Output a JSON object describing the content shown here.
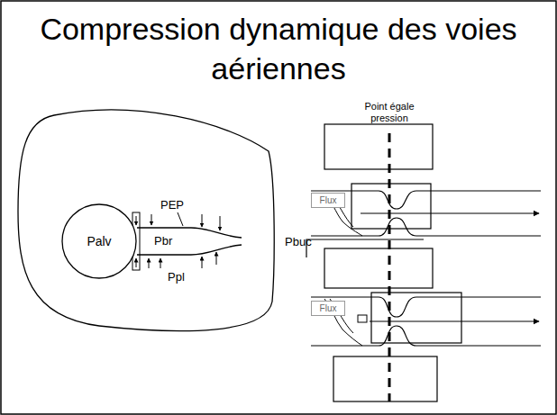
{
  "diagram": {
    "title": "Compression dynamique des voies aériennes",
    "nodes": [
      {
        "text": [
          "Palv"
        ]
      },
      {
        "text": [
          "Flux"
        ]
      },
      {
        "text": [
          "Flux"
        ]
      }
    ],
    "labels": [
      "PEP",
      "Pbr",
      "Ppl",
      "Pbuc",
      "Point égale pression"
    ]
  }
}
